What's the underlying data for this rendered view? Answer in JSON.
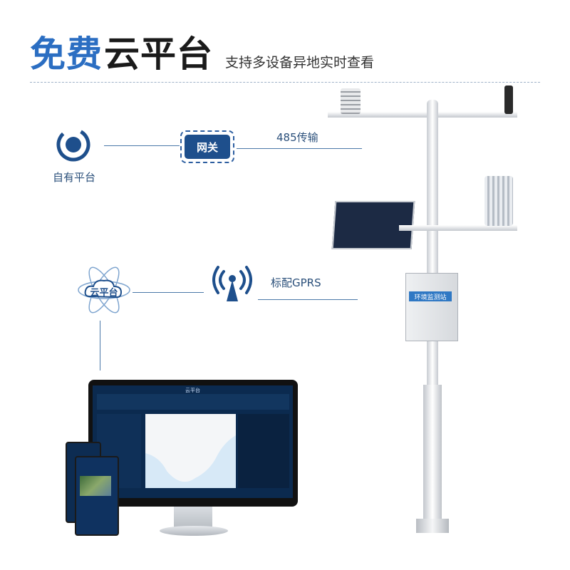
{
  "header": {
    "title_blue": "免费",
    "title_black": "云平台",
    "subtitle": "支持多设备异地实时查看"
  },
  "diagram": {
    "own_platform_label": "自有平台",
    "gateway_label": "网关",
    "rs485_label": "485传输",
    "cloud_label": "云平台",
    "gprs_label": "标配GPRS"
  },
  "monitor": {
    "screen_title": "云平台"
  },
  "station": {
    "box_label": "环境监测站"
  },
  "colors": {
    "accent_blue": "#2b6ec2",
    "dark_blue": "#1e4f8c"
  }
}
